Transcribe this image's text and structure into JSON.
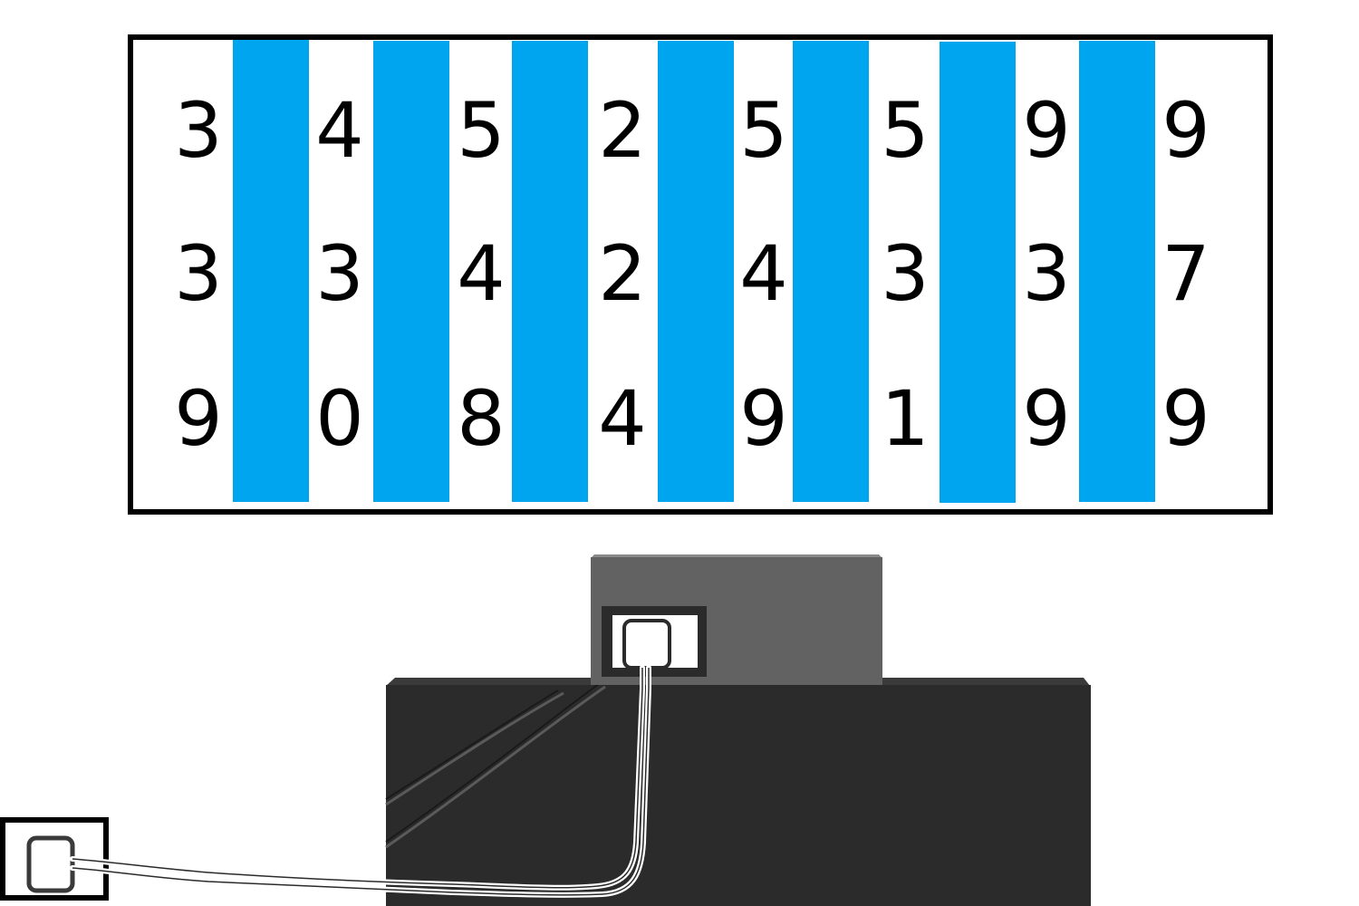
{
  "board": {
    "stripe_color": "#00a5f0",
    "border_color": "#000000",
    "columns": [
      [
        "3",
        "3",
        "9"
      ],
      [
        "4",
        "3",
        "0"
      ],
      [
        "5",
        "4",
        "8"
      ],
      [
        "2",
        "2",
        "4"
      ],
      [
        "5",
        "4",
        "9"
      ],
      [
        "5",
        "3",
        "1"
      ],
      [
        "9",
        "3",
        "9"
      ],
      [
        "9",
        "7",
        "9"
      ]
    ]
  },
  "scene": {
    "desk_color": "#2b2b2b",
    "device_color": "#626262",
    "socket_color": "#2b2b2b",
    "cable_color": "#ffffff",
    "icons": [
      "wall-socket-icon",
      "power-plug-icon",
      "cable-icon",
      "device-icon",
      "desk-icon"
    ]
  }
}
